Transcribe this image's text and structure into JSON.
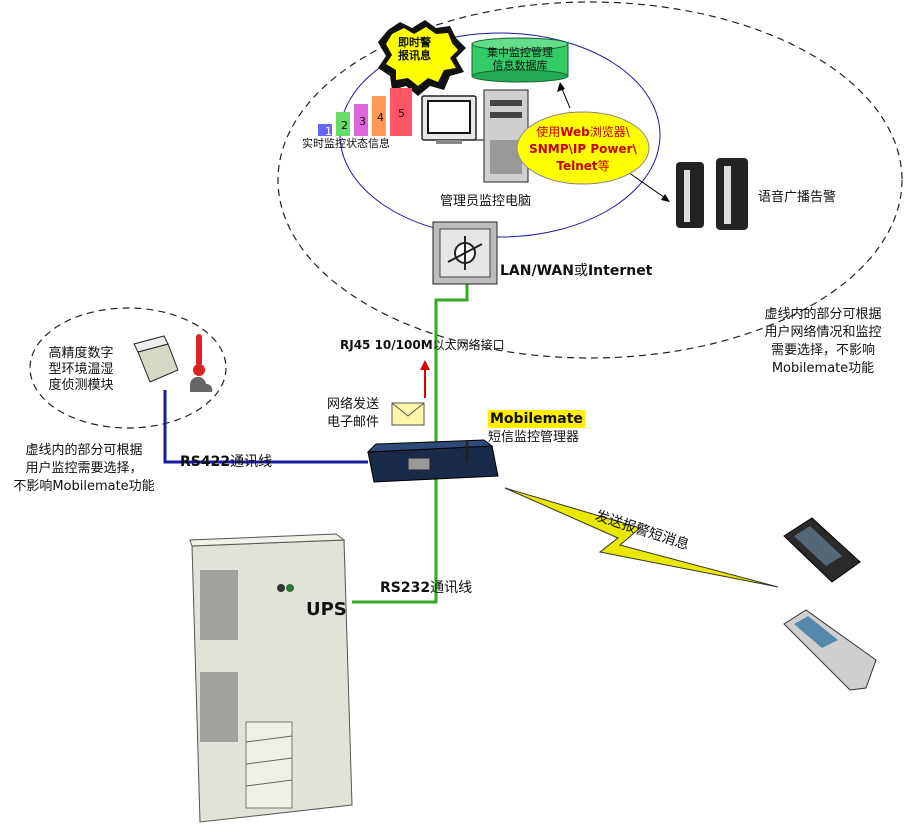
{
  "nodes": {
    "alert_burst": {
      "line1": "即时警",
      "line2": "报讯息"
    },
    "database": {
      "line1": "集中监控管理",
      "line2": "信息数据库"
    },
    "web_access": {
      "line1_a": "使用",
      "line1_b": "Web",
      "line1_c": "浏览器\\",
      "line2": "SNMP\\IP Power\\",
      "line3_a": "Telnet",
      "line3_b": "等"
    },
    "status_chart": {
      "label": "实时监控状态信息",
      "bars": [
        "1",
        "2",
        "3",
        "4",
        "5"
      ]
    },
    "admin_pc": {
      "label": "管理员监控电脑"
    },
    "speaker": {
      "label": "语音广播告警"
    },
    "network": {
      "label_a": "LAN/WAN",
      "label_b": "或",
      "label_c": "Internet"
    },
    "rj45": {
      "label_a": "RJ45 10/100M",
      "label_b": "以太网络接口"
    },
    "right_note": {
      "line1": "虚线内的部分可根据",
      "line2": "用户网络情况和监控",
      "line3": "需要选择，不影响",
      "line4": "Mobilemate功能"
    },
    "sensor": {
      "line1": "高精度数字",
      "line2": "型环境温湿",
      "line3": "度侦测模块"
    },
    "email": {
      "line1": "网络发送",
      "line2": "电子邮件"
    },
    "mobilemate": {
      "name": "Mobilemate",
      "desc": "短信监控管理器"
    },
    "left_note": {
      "line1": "虚线内的部分可根据",
      "line2": "用户监控需要选择，",
      "line3": "不影响Mobilemate功能"
    },
    "rs422": {
      "label_a": "RS422",
      "label_b": "通讯线"
    },
    "sms": {
      "label": "发送报警短消息"
    },
    "rs232": {
      "label_a": "RS232",
      "label_b": "通讯线"
    },
    "ups": {
      "label": "UPS"
    }
  },
  "colors": {
    "blue_line": "#1a1aa0",
    "green_line": "#33aa22",
    "yellow_ellipse": "#ffff00",
    "red_text": "#cc0000",
    "lightning": "#e8e800",
    "database": "#33cc66"
  }
}
